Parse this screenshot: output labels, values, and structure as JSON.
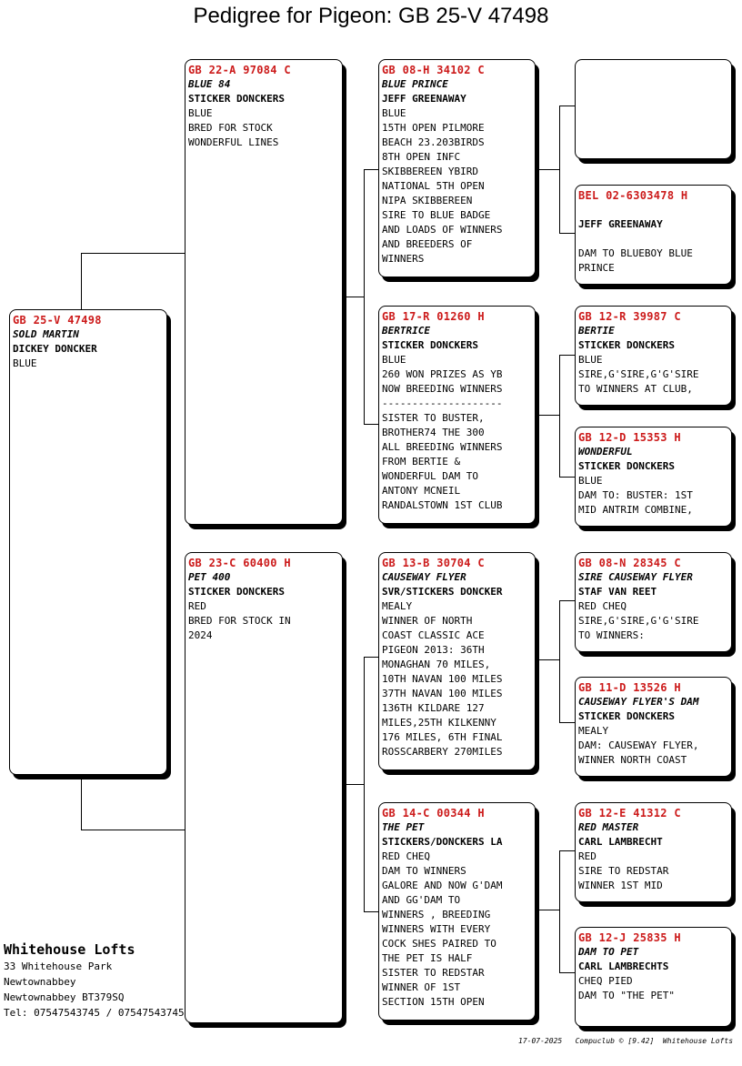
{
  "title": "Pedigree for Pigeon: GB  25-V 47498",
  "subject": {
    "ring": "GB  25-V 47498",
    "name": "SOLD MARTIN",
    "breeder": "DICKEY DONCKER",
    "lines": [
      "BLUE"
    ]
  },
  "sire": {
    "ring": "GB  22-A 97084 C",
    "name": "BLUE 84",
    "breeder": "STICKER DONCKERS",
    "lines": [
      "BLUE",
      "BRED FOR STOCK",
      "WONDERFUL LINES"
    ]
  },
  "dam": {
    "ring": "GB  23-C 60400 H",
    "name": "PET 400",
    "breeder": "STICKER DONCKERS",
    "lines": [
      "RED",
      "BRED FOR STOCK IN",
      "2024"
    ]
  },
  "ss": {
    "ring": "GB  08-H 34102 C",
    "name": "BLUE PRINCE",
    "breeder": "JEFF GREENAWAY",
    "lines": [
      "BLUE",
      "15TH OPEN PILMORE",
      "BEACH 23.203BIRDS",
      "8TH OPEN INFC",
      "SKIBBEREEN YBIRD",
      "NATIONAL 5TH OPEN",
      "NIPA SKIBBEREEN",
      "SIRE TO BLUE BADGE",
      "AND LOADS OF WINNERS",
      "AND BREEDERS OF",
      "WINNERS"
    ]
  },
  "sd": {
    "ring": "GB  17-R 01260 H",
    "name": "BERTRICE",
    "breeder": "STICKER DONCKERS",
    "lines": [
      "BLUE",
      "260 WON PRIZES AS YB",
      "NOW BREEDING WINNERS",
      "--------------------",
      "SISTER TO BUSTER,",
      "BROTHER74 THE 300",
      "ALL BREEDING WINNERS",
      "FROM BERTIE &",
      "WONDERFUL DAM TO",
      "ANTONY MCNEIL",
      "RANDALSTOWN 1ST CLUB"
    ]
  },
  "ds": {
    "ring": "GB  13-B 30704 C",
    "name": "CAUSEWAY FLYER",
    "breeder": "SVR/STICKERS DONCKER",
    "lines": [
      "MEALY",
      "WINNER OF NORTH",
      "COAST CLASSIC ACE",
      "PIGEON 2013: 36TH",
      "MONAGHAN 70 MILES,",
      "10TH NAVAN 100 MILES",
      "37TH NAVAN 100 MILES",
      "136TH KILDARE 127",
      "MILES,25TH KILKENNY",
      "176 MILES, 6TH FINAL",
      "ROSSCARBERY 270MILES"
    ]
  },
  "dd": {
    "ring": "GB  14-C 00344 H",
    "name": "THE PET",
    "breeder": "STICKERS/DONCKERS LA",
    "lines": [
      "RED CHEQ",
      "DAM TO WINNERS",
      "GALORE AND NOW G'DAM",
      "AND GG'DAM TO",
      "WINNERS , BREEDING",
      "WINNERS WITH EVERY",
      "COCK SHES PAIRED TO",
      "THE PET IS HALF",
      "SISTER TO REDSTAR",
      "WINNER OF 1ST",
      "SECTION 15TH OPEN"
    ]
  },
  "sss": {
    "ring": "",
    "name": "",
    "breeder": "",
    "lines": []
  },
  "ssd": {
    "ring": "BEL 02-6303478 H",
    "name": "",
    "breeder": "JEFF GREENAWAY",
    "lines": [
      "",
      "DAM TO BLUEBOY BLUE",
      "PRINCE"
    ]
  },
  "sds": {
    "ring": "GB  12-R 39987 C",
    "name": "BERTIE",
    "breeder": "STICKER DONCKERS",
    "lines": [
      "BLUE",
      "SIRE,G'SIRE,G'G'SIRE",
      "TO WINNERS AT CLUB,"
    ]
  },
  "sdd": {
    "ring": "GB  12-D 15353 H",
    "name": "WONDERFUL",
    "breeder": "STICKER DONCKERS",
    "lines": [
      "BLUE",
      "DAM TO: BUSTER: 1ST",
      "MID ANTRIM COMBINE,"
    ]
  },
  "dss": {
    "ring": "GB  08-N 28345 C",
    "name": "SIRE CAUSEWAY FLYER",
    "breeder": "STAF VAN REET",
    "lines": [
      "RED CHEQ",
      "SIRE,G'SIRE,G'G'SIRE",
      "TO WINNERS:"
    ]
  },
  "dsd": {
    "ring": "GB  11-D 13526 H",
    "name": "CAUSEWAY FLYER'S DAM",
    "breeder": "STICKER DONCKERS",
    "lines": [
      "MEALY",
      "DAM: CAUSEWAY FLYER,",
      "WINNER NORTH COAST"
    ]
  },
  "dds": {
    "ring": "GB  12-E 41312 C",
    "name": "RED MASTER",
    "breeder": "CARL LAMBRECHT",
    "lines": [
      "RED",
      "SIRE TO REDSTAR",
      "WINNER 1ST MID"
    ]
  },
  "ddd": {
    "ring": "GB  12-J 25835 H",
    "name": "DAM TO PET",
    "breeder": "CARL LAMBRECHTS",
    "lines": [
      "CHEQ PIED",
      "DAM TO \"THE PET\""
    ]
  },
  "loft": {
    "name": "Whitehouse Lofts",
    "address1": "33 Whitehouse Park",
    "address2": "Newtownabbey",
    "address3": "Newtownabbey BT379SQ",
    "tel": "Tel: 07547543745 / 07547543745"
  },
  "footer": "17-07-2025   Compuclub © [9.42]  Whitehouse Lofts"
}
